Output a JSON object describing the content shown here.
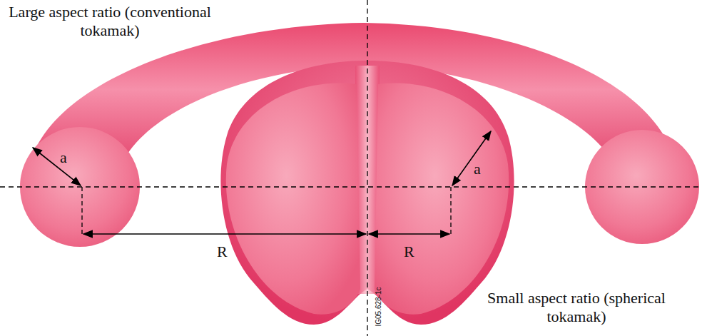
{
  "diagram": {
    "labels": [
      "Large aspect ratio (conventional tokamak)",
      "a",
      "a",
      "R",
      "R",
      "Small aspect ratio (spherical tokamak)",
      "IG05.628-1c"
    ]
  }
}
